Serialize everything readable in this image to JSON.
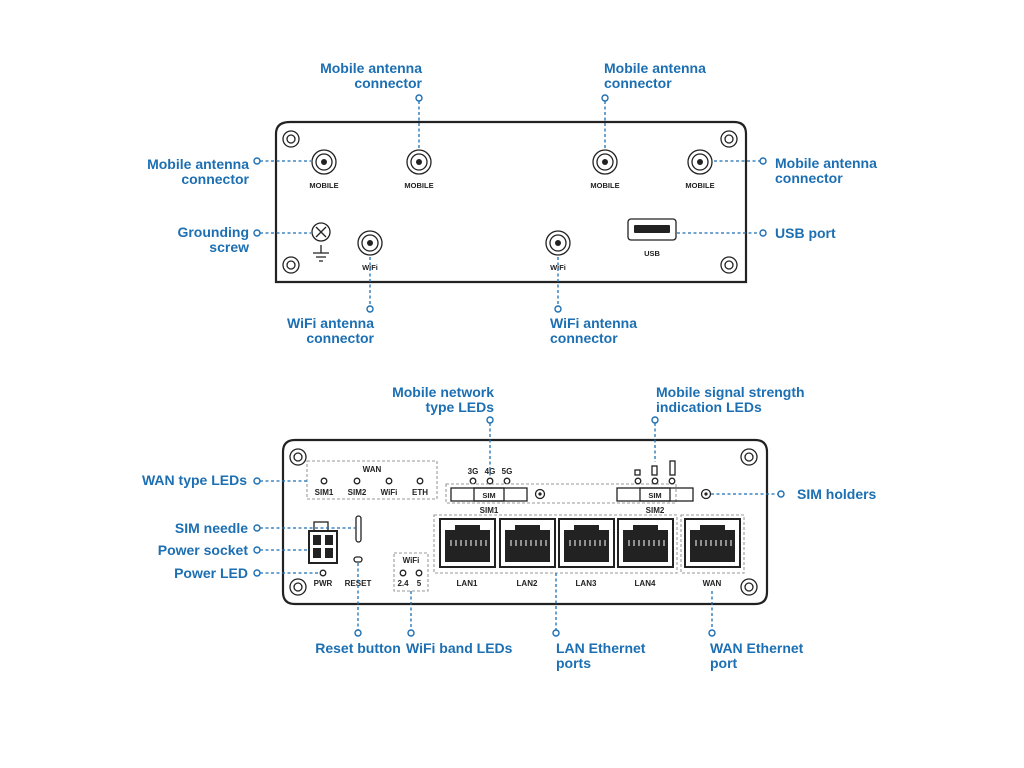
{
  "colors": {
    "accent": "#1c6fb2",
    "device": "#222222"
  },
  "rear_panel": {
    "callouts": {
      "mobile_top_left": [
        "Mobile antenna",
        "connector"
      ],
      "mobile_top_right": [
        "Mobile antenna",
        "connector"
      ],
      "mobile_left": [
        "Mobile antenna",
        "connector"
      ],
      "mobile_right": [
        "Mobile antenna",
        "connector"
      ],
      "grounding": [
        "Grounding",
        "screw"
      ],
      "usb": "USB port",
      "wifi_left": [
        "WiFi antenna",
        "connector"
      ],
      "wifi_right": [
        "WiFi antenna",
        "connector"
      ]
    },
    "port_labels": {
      "mobile_1": "MOBILE",
      "mobile_2": "MOBILE",
      "mobile_3": "MOBILE",
      "mobile_4": "MOBILE",
      "wifi_1": "WiFi",
      "wifi_2": "WiFi",
      "usb": "USB"
    }
  },
  "front_panel": {
    "callouts": {
      "network_type": [
        "Mobile network",
        "type LEDs"
      ],
      "signal_strength": [
        "Mobile signal strength",
        "indication LEDs"
      ],
      "wan_type": "WAN type LEDs",
      "sim_holders": "SIM holders",
      "sim_needle": "SIM needle",
      "power_socket": "Power socket",
      "power_led": "Power LED",
      "reset": "Reset button",
      "wifi_band": "WiFi band LEDs",
      "lan": [
        "LAN Ethernet",
        "ports"
      ],
      "wan_port": [
        "WAN Ethernet",
        "port"
      ]
    },
    "panel_labels": {
      "wan_title": "WAN",
      "wan_leds": [
        "SIM1",
        "SIM2",
        "WiFi",
        "ETH"
      ],
      "net_leds": [
        "3G",
        "4G",
        "5G"
      ],
      "sim_slot": "SIM",
      "sim1": "SIM1",
      "sim2": "SIM2",
      "pwr": "PWR",
      "reset": "RESET",
      "wifi_title": "WiFi",
      "wifi_bands": [
        "2.4",
        "5"
      ],
      "lan_ports": [
        "LAN1",
        "LAN2",
        "LAN3",
        "LAN4"
      ],
      "wan": "WAN"
    }
  }
}
